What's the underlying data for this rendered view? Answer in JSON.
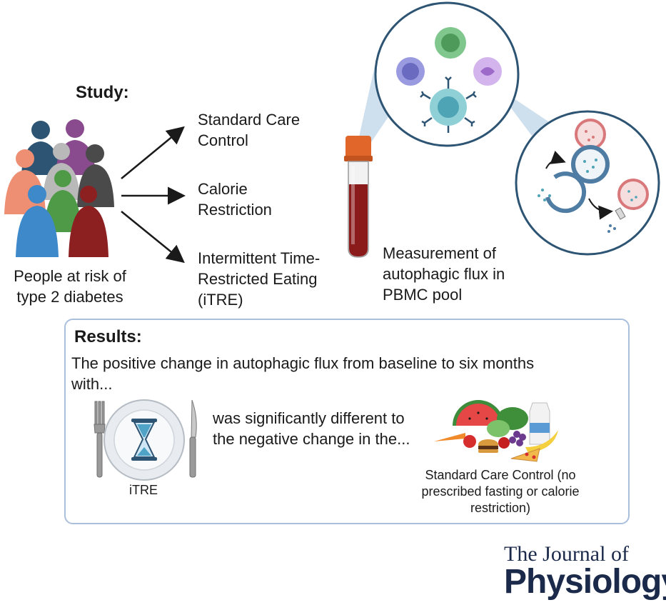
{
  "study": {
    "heading": "Study:",
    "population_line1": "People at risk of",
    "population_line2": "type 2 diabetes",
    "arms": [
      {
        "line1": "Standard Care",
        "line2": "Control",
        "line3": ""
      },
      {
        "line1": "Calorie",
        "line2": "Restriction",
        "line3": ""
      },
      {
        "line1": "Intermittent Time-",
        "line2": "Restricted Eating",
        "line3": "(iTRE)"
      }
    ],
    "measurement_line1": "Measurement of",
    "measurement_line2": "autophagic flux in",
    "measurement_line3": "PBMC pool"
  },
  "results": {
    "heading": "Results:",
    "text_line1": "The positive change in autophagic flux from baseline to six months",
    "text_line2": "with...",
    "middle_line1": "was significantly different to",
    "middle_line2": "the negative change in the...",
    "itre_label": "iTRE",
    "control_line1": "Standard Care Control (no",
    "control_line2": "prescribed fasting or calorie",
    "control_line3": "restriction)"
  },
  "journal": {
    "line1": "The Journal of",
    "line2": "Physiology"
  },
  "colors": {
    "box_border": "#a9bfdc",
    "blood": "#8b1a1a",
    "tube_cap": "#e0662a",
    "magnifier": "#b7cfe3",
    "journal": "#1b2a4a"
  }
}
